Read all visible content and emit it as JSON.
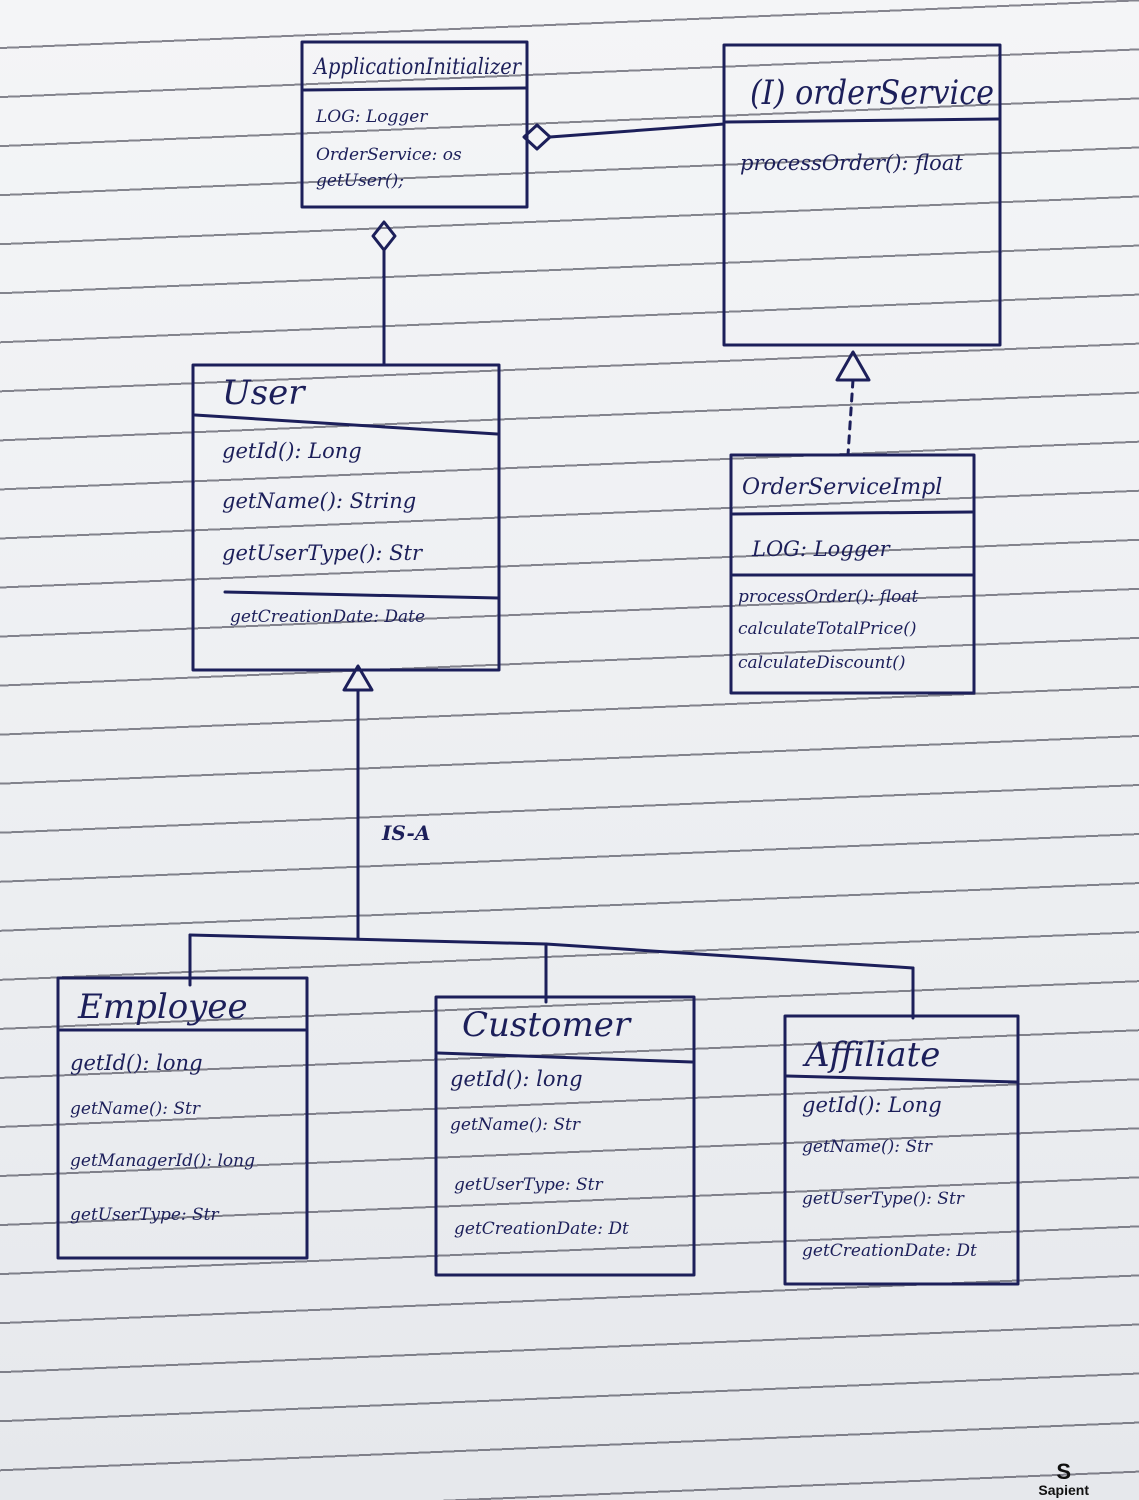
{
  "classes": {
    "application_initializer": {
      "name": "ApplicationInitializer",
      "members": [
        "LOG: Logger",
        "OrderService: os",
        "getUser();"
      ]
    },
    "order_service": {
      "name": "(I) orderService",
      "members": [
        "processOrder(): float"
      ]
    },
    "user": {
      "name": "User",
      "members": [
        "getId(): Long",
        "getName(): String",
        "getUserType(): Str",
        "getCreationDate: Date"
      ]
    },
    "order_service_impl": {
      "name": "OrderServiceImpl",
      "members": [
        "LOG: Logger",
        "processOrder(): float",
        "calculateTotalPrice()",
        "calculateDiscount()"
      ]
    },
    "employee": {
      "name": "Employee",
      "members": [
        "getId(): long",
        "getName(): Str",
        "getManagerId(): long",
        "getUserType: Str"
      ]
    },
    "customer": {
      "name": "Customer",
      "members": [
        "getId(): long",
        "getName(): Str",
        "getUserType: Str",
        "getCreationDate: Dt"
      ]
    },
    "affiliate": {
      "name": "Affiliate",
      "members": [
        "getId(): Long",
        "getName(): Str",
        "getUserType(): Str",
        "getCreationDate: Dt"
      ]
    }
  },
  "relations": {
    "is_a_label": "IS-A"
  },
  "brand": {
    "logo": "S",
    "name": "Sapient"
  }
}
